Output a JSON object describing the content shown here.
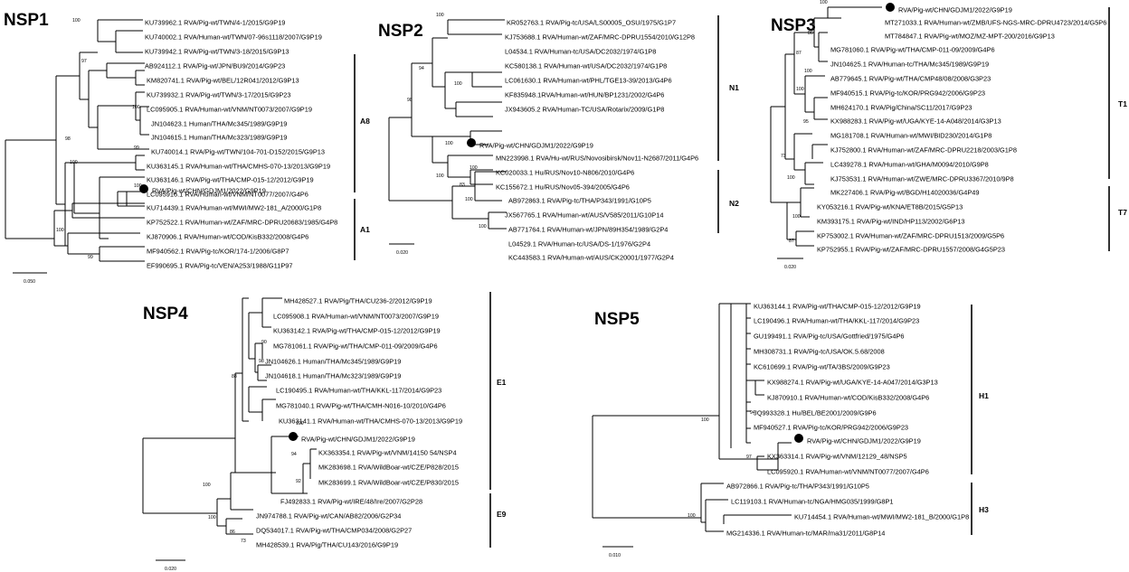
{
  "panels": [
    {
      "id": "nsp1",
      "title": "NSP1",
      "scale_label": "0.050",
      "leaves": [
        "KU739962.1 RVA/Pig-wt/TWN/4-1/2015/G9P19",
        "KU740002.1 RVA/Human-wt/TWN/07-96s1118/2007/G9P19",
        "KU739942.1 RVA/Pig-wt/TWN/3-18/2015/G9P13",
        "AB924112.1 RVA/Pig-wt/JPN/BU9/2014/G9P23",
        "KM820741.1 RVA/Pig-wt/BEL/12R041/2012/G9P13",
        "KU739932.1 RVA/Pig-wt/TWN/3-17/2015/G9P23",
        "LC095905.1 RVA/Human-wt/VNM/NT0073/2007/G9P19",
        "JN104623.1 Human/THA/Mc345/1989/G9P19",
        "JN104615.1 Human/THA/Mc323/1989/G9P19",
        "KU740014.1 RVA/Pig-wt/TWN/104-701-D152/2015/G9P13",
        "KU363145.1 RVA/Human-wt/THA/CMHS-070-13/2013/G9P19",
        "KU363146.1 RVA/Pig-wt/THA/CMP-015-12/2012/G9P19",
        "LC095916.1 RVA/Human-wt/VNM/NT0077/2007/G4P6",
        "RVA/Pig-wt/CHN/GDJM1/2022/G9P19",
        "KU714439.1 RVA/Human-wt/MWI/MW2-181_A/2000/G1P8",
        "KP752522.1 RVA/Human-wt/ZAF/MRC-DPRU20683/1985/G4P8",
        "KJ870906.1 RVA/Human-wt/COD/KisB332/2008/G4P6",
        "MF940562.1 RVA/Pig-tc/KOR/174-1/2006/G8P7",
        "EF990695.1 RVA/Pig-tc/VEN/A253/1988/G11P97"
      ],
      "bootstraps": [
        "100",
        "97",
        "98",
        "100",
        "100",
        "99",
        "100",
        "100",
        "99"
      ],
      "clades": [
        "A8",
        "A1"
      ]
    },
    {
      "id": "nsp2",
      "title": "NSP2",
      "scale_label": "0.020",
      "leaves": [
        "KR052763.1 RVA/Pig-tc/USA/LS00005_OSU/1975/G1P7",
        "KJ753688.1 RVA/Human-wt/ZAF/MRC-DPRU1554/2010/G12P8",
        "L04534.1 RVA/Human-tc/USA/DC2032/1974/G1P8",
        "KC580138.1 RVA/Human-wt/USA/DC2032/1974/G1P8",
        "LC061630.1 RVA/Human-wt/PHL/TGE13-39/2013/G4P6",
        "KF835948.1RVA/Human-wt/HUN/BP1231/2002/G4P6",
        "JX943605.2 RVA/Human-TC/USA/Rotarix/2009/G1P8",
        "RVA/Pig-wt/CHN/GDJM1/2022/G9P19",
        "MN223998.1 RVA/Hu-wt/RUS/Novosibirsk/Nov11-N2687/2011/G4P6",
        "KC020033.1 Hu/RUS/Nov10-N806/2010/G4P6",
        "KC155672.1 Hu/RUS/Nov05-394/2005/G4P6",
        "AB972863.1 RVA/Pig-tc/THA/P343/1991/G10P5",
        "JX567765.1 RVA/Human-wt/AUS/V585/2011/G10P14",
        "AB771764.1 RVA/Human-wt/JPN/89H354/1989/G2P4",
        "L04529.1 RVA/Human-tc/USA/DS-1/1976/G2P4",
        "KC443583.1 RVA/Human-wt/AUS/CK20001/1977/G2P4"
      ],
      "bootstraps": [
        "100",
        "94",
        "98",
        "100",
        "100",
        "83",
        "100",
        "100",
        "100",
        "100"
      ],
      "clades": [
        "N1",
        "N2"
      ]
    },
    {
      "id": "nsp3",
      "title": "NSP3",
      "scale_label": "0.020",
      "leaves": [
        "RVA/Pig-wt/CHN/GDJM1/2022/G9P19",
        "MT271033.1 RVA/Human-wt/ZMB/UFS-NGS-MRC-DPRU4723/2014/G5P6",
        "MT784847.1 RVA/Pig-wt/MOZ/MZ-MPT-200/2016/G9P13",
        "MG781060.1 RVA/Pig-wt/THA/CMP-011-09/2009/G4P6",
        "JN104625.1 RVA/Human-tc/THA/Mc345/1989/G9P19",
        "AB779645.1 RVA/Pig-wt/THA/CMP48/08/2008/G3P23",
        "MF940515.1 RVA/Pig-tc/KOR/PRG942/2006/G9P23",
        "MH624170.1 RVA/Pig/China/SC11/2017/G9P23",
        "KX988283.1 RVA/Pig-wt/UGA/KYE-14-A048/2014/G3P13",
        "MG181708.1 RVA/Human-wt/MWI/BID230/2014/G1P8",
        "KJ752800.1 RVA/Human-wt/ZAF/MRC-DPRU2218/2003/G1P8",
        "LC439278.1 RVA/Human-wt/GHA/M0094/2010/G9P8",
        "KJ753531.1 RVA/Human-wt/ZWE/MRC-DPRU3367/2010/9P8",
        "MK227406.1 RVA/Pig-wt/BGD/H14020036/G4P49",
        "KY053216.1 RVA/Pig-wt/KNA/ET8B/2015/G5P13",
        "KM393175.1 RVA/Pig-wt/IND/HP113/2002/G6P13",
        "KP753002.1 RVA/Human-wt/ZAF/MRC-DPRU1513/2009/G5P6",
        "KP752955.1 RVA/Pig-wt/ZAF/MRC-DPRU1557/2008/G4G5P23"
      ],
      "bootstraps": [
        "100",
        "86",
        "87",
        "100",
        "100",
        "95",
        "73",
        "100",
        "100",
        "87"
      ],
      "clades": [
        "T1",
        "T7"
      ]
    },
    {
      "id": "nsp4",
      "title": "NSP4",
      "scale_label": "0.020",
      "leaves": [
        "MH428527.1 RVA/Pig/THA/CU236-2/2012/G9P19",
        "LC095908.1 RVA/Human-wt/VNM/NT0073/2007/G9P19",
        "KU363142.1 RVA/Pig-wt/THA/CMP-015-12/2012/G9P19",
        "MG781061.1 RVA/Pig-wt/THA/CMP-011-09/2009/G4P6",
        "JN104626.1 Human/THA/Mc345/1989/G9P19",
        "JN104618.1 Human/THA/Mc323/1989/G9P19",
        "LC190495.1 RVA/Human-wt/THA/KKL-117/2014/G9P23",
        "MG781040.1 RVA/Pig-wt/THA/CMH-N016-10/2010/G4P6",
        "KU363141.1 RVA/Human-wt/THA/CMHS-070-13/2013/G9P19",
        "RVA/Pig-wt/CHN/GDJM1/2022/G9P19",
        "KX363354.1 RVA/Pig-wt/VNM/14150 54/NSP4",
        "MK283698.1 RVA/WildBoar-wt/CZE/P828/2015",
        "MK283699.1 RVA/WildBoar-wt/CZE/P830/2015",
        "FJ492833.1 RVA/Pig-wt/IRE/48/Ire/2007/G2P28",
        "JN974788.1 RVA/Pig-wt/CAN/AB82/2006/G2P34",
        "DQ534017.1 RVA/Pig-wt/THA/CMP034/2008/G2P27",
        "MH428539.1 RVA/Pig/THA/CU143/2016/G9P19"
      ],
      "bootstraps": [
        "90",
        "98",
        "88",
        "100",
        "100",
        "94",
        "92",
        "100",
        "86",
        "73"
      ],
      "clades": [
        "E1",
        "E9"
      ]
    },
    {
      "id": "nsp5",
      "title": "NSP5",
      "scale_label": "0.010",
      "leaves": [
        "KU363144.1 RVA/Pig-wt/THA/CMP-015-12/2012/G9P19",
        "LC190496.1 RVA/Human-wt/THA/KKL-117/2014/G9P23",
        "GU199491.1 RVA/Pig-tc/USA/Gottfried/1975/G4P6",
        "MH308731.1 RVA/Pig-tc/USA/OK.5.68/2008",
        "KC610699.1 RVA/Pig-wt/TA/3BS/2009/G9P23",
        "KX988274.1 RVA/Pig-wt/UGA/KYE-14-A047/2014/G3P13",
        "KJ870910.1 RVA/Human-wt/COD/KisB332/2008/G4P6",
        "JQ993328.1 Hu/BEL/BE2001/2009/G9P6",
        "MF940527.1 RVA/Pig-tc/KOR/PRG942/2006/G9P23",
        "RVA/Pig-wt/CHN/GDJM1/2022/G9P19",
        "KX363314.1 RVA/Pig-wt/VNM/12129_48/NSP5",
        "LC095920.1 RVA/Human-wt/VNM/NT0077/2007/G4P6",
        "AB972866.1 RVA/Pig-tc/THA/P343/1991/G10P5",
        "LC119103.1 RVA/Human-tc/NGA/HMG035/1999/G8P1",
        "KU714454.1 RVA/Human-wt/MWI/MW2-181_B/2000/G1P8",
        "MG214336.1 RVA/Human-tc/MAR/ma31/2011/G8P14"
      ],
      "bootstraps": [
        "94",
        "100",
        "97",
        "100"
      ],
      "clades": [
        "H1",
        "H3"
      ]
    }
  ]
}
